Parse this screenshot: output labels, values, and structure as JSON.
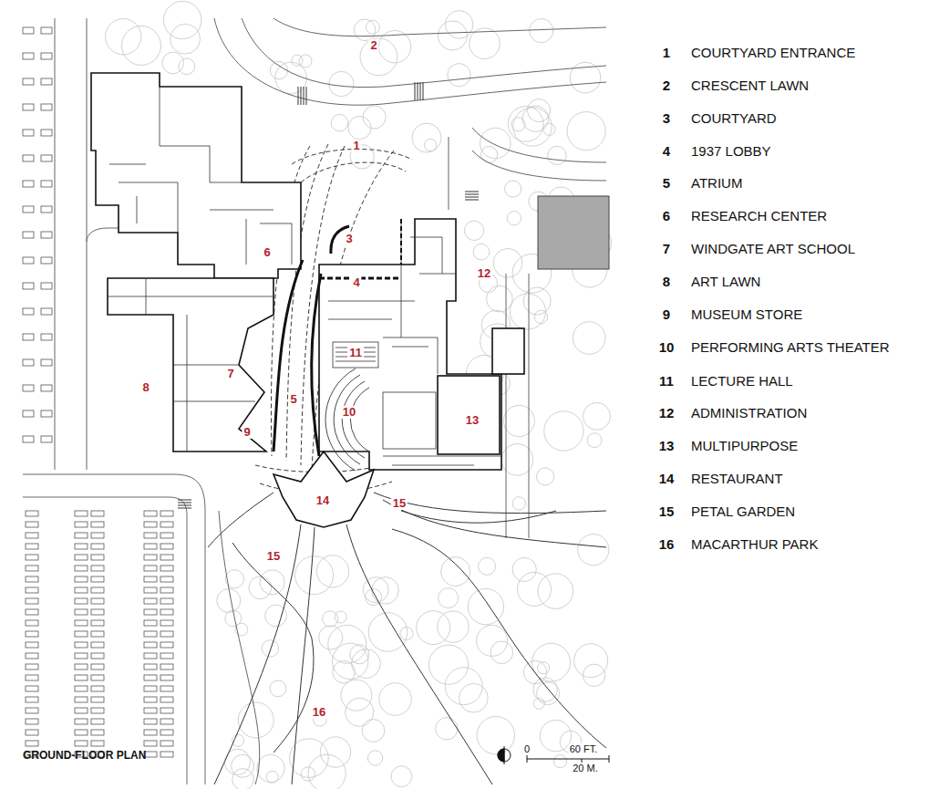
{
  "diagram": {
    "title": "GROUND-FLOOR PLAN",
    "labels": [
      "1",
      "2",
      "3",
      "4",
      "5",
      "6",
      "7",
      "8",
      "9",
      "10",
      "11",
      "12",
      "13",
      "14",
      "15",
      "15",
      "16",
      "1",
      "COURTYARD ENTRANCE",
      "2",
      "CRESCENT LAWN",
      "3",
      "COURTYARD",
      "4",
      "1937 LOBBY",
      "5",
      "ATRIUM",
      "6",
      "RESEARCH CENTER",
      "7",
      "WINDGATE ART SCHOOL",
      "8",
      "ART LAWN",
      "9",
      "MUSEUM STORE",
      "10",
      "PERFORMING ARTS THEATER",
      "11",
      "LECTURE HALL",
      "12",
      "ADMINISTRATION",
      "13",
      "MULTIPURPOSE",
      "14",
      "RESTAURANT",
      "15",
      "PETAL GARDEN",
      "16",
      "MACARTHUR PARK",
      "0",
      "60 FT.",
      "20 M."
    ]
  }
}
